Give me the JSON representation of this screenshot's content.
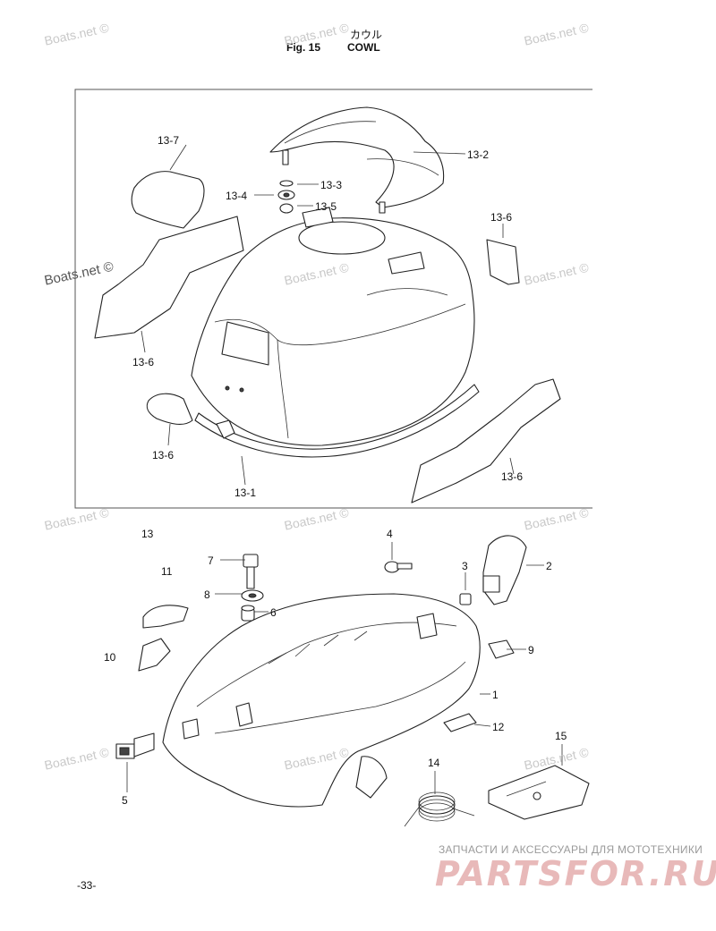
{
  "header": {
    "jp_title": "カウル",
    "fig_label": "Fig. 15",
    "title": "COWL"
  },
  "watermark": "Boats.net ©",
  "callouts": {
    "c13_7": "13-7",
    "c13_2": "13-2",
    "c13_4": "13-4",
    "c13_3": "13-3",
    "c13_5": "13-5",
    "c13_6a": "13-6",
    "c13_6b": "13-6",
    "c13_6c": "13-6",
    "c13_6d": "13-6",
    "c13_1": "13-1",
    "c13": "13",
    "c11": "11",
    "c7": "7",
    "c8": "8",
    "c6": "6",
    "c4": "4",
    "c3": "3",
    "c2": "2",
    "c10": "10",
    "c9": "9",
    "c1": "1",
    "c12": "12",
    "c5": "5",
    "c15": "15",
    "c14": "14"
  },
  "page_number": "-33-",
  "footer": {
    "tagline": "ЗАПЧАСТИ И АКСЕССУАРЫ ДЛЯ МОТОТЕХНИКИ",
    "logo": "PARTSFOR.RU"
  }
}
